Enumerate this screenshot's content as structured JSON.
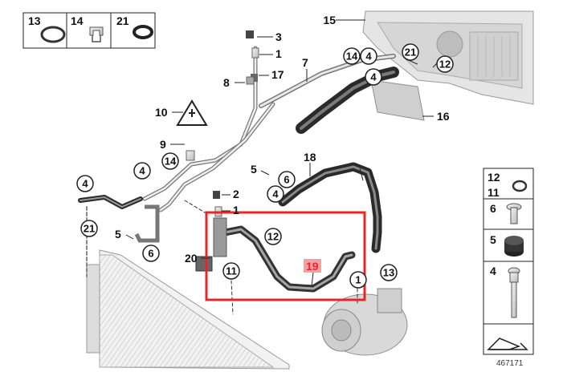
{
  "diagram": {
    "reference_number": "467171",
    "highlight_color": "#e8262a",
    "highlight_part": "19",
    "legend_top": {
      "items": [
        {
          "num": "13",
          "icon": "o-ring-icon"
        },
        {
          "num": "14",
          "icon": "clip-icon"
        },
        {
          "num": "21",
          "icon": "seal-ring-icon"
        }
      ]
    },
    "legend_right": {
      "items": [
        {
          "num_a": "12",
          "num_b": "11",
          "icon": "o-ring-icon"
        },
        {
          "num": "6",
          "icon": "bolt-icon"
        },
        {
          "num": "5",
          "icon": "rubber-mount-icon"
        },
        {
          "num": "4",
          "icon": "long-bolt-icon"
        }
      ]
    },
    "callouts": {
      "c14a": "14",
      "c4a": "4",
      "c21a": "21",
      "c12a": "12",
      "c4b": "4",
      "c4c": "4",
      "c14b": "14",
      "c4d": "4",
      "c6a": "6",
      "c4e": "4",
      "c21b": "21",
      "c6b": "6",
      "c12b": "12",
      "c11": "11",
      "c1": "1",
      "c13": "13"
    },
    "labels": {
      "l15": "15",
      "l3": "3",
      "l1a": "1",
      "l17": "17",
      "l8": "8",
      "l7": "7",
      "l16": "16",
      "l10": "10",
      "l9": "9",
      "l5a": "5",
      "l18": "18",
      "l2": "2",
      "l1b": "1",
      "l5b": "5",
      "l20": "20",
      "l19": "19"
    }
  }
}
